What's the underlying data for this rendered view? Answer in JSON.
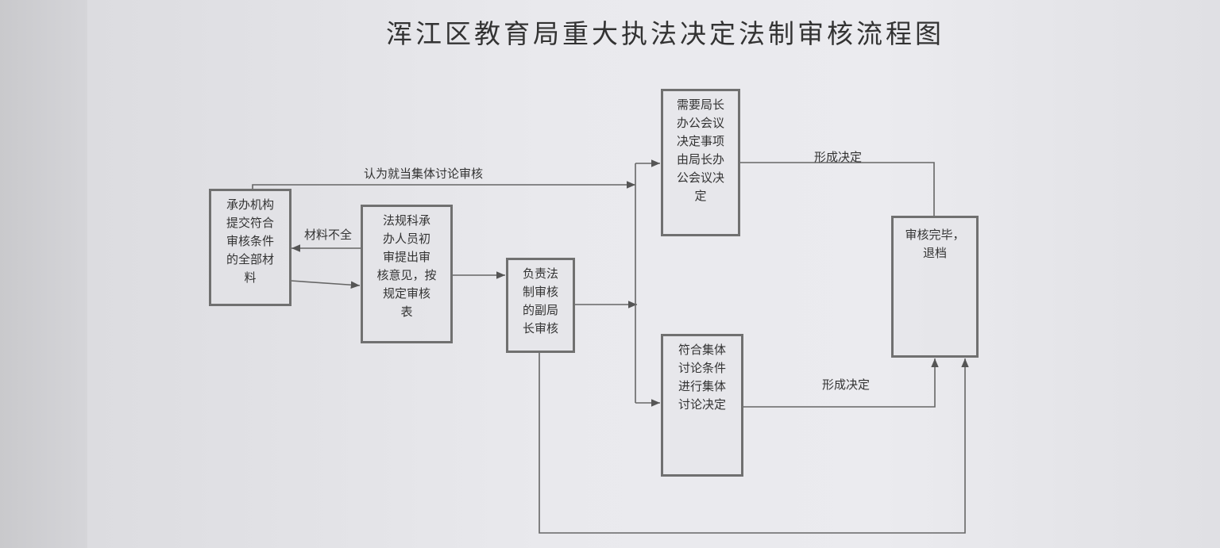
{
  "title": "浑江区教育局重大执法决定法制审核流程图",
  "nodes": {
    "submit": [
      "承办机构",
      "提交符合",
      "审核条件",
      "的全部材",
      "料"
    ],
    "initial_review": [
      "法规科承",
      "办人员初",
      "审提出审",
      "核意见，按",
      "规定审核",
      "表"
    ],
    "deputy_review": [
      "负责法",
      "制审核",
      "的副局",
      "长审核"
    ],
    "director_meeting": [
      "需要局长",
      "办公会议",
      "决定事项",
      "由局长办",
      "公会议决",
      "定"
    ],
    "collective": [
      "符合集体",
      "讨论条件",
      "进行集体",
      "讨论决定"
    ],
    "complete": [
      "审核完毕，",
      "退档"
    ]
  },
  "edges": {
    "collective_review": "认为就当集体讨论审核",
    "incomplete": "材料不全",
    "decision_top": "形成决定",
    "decision_bottom": "形成决定"
  }
}
